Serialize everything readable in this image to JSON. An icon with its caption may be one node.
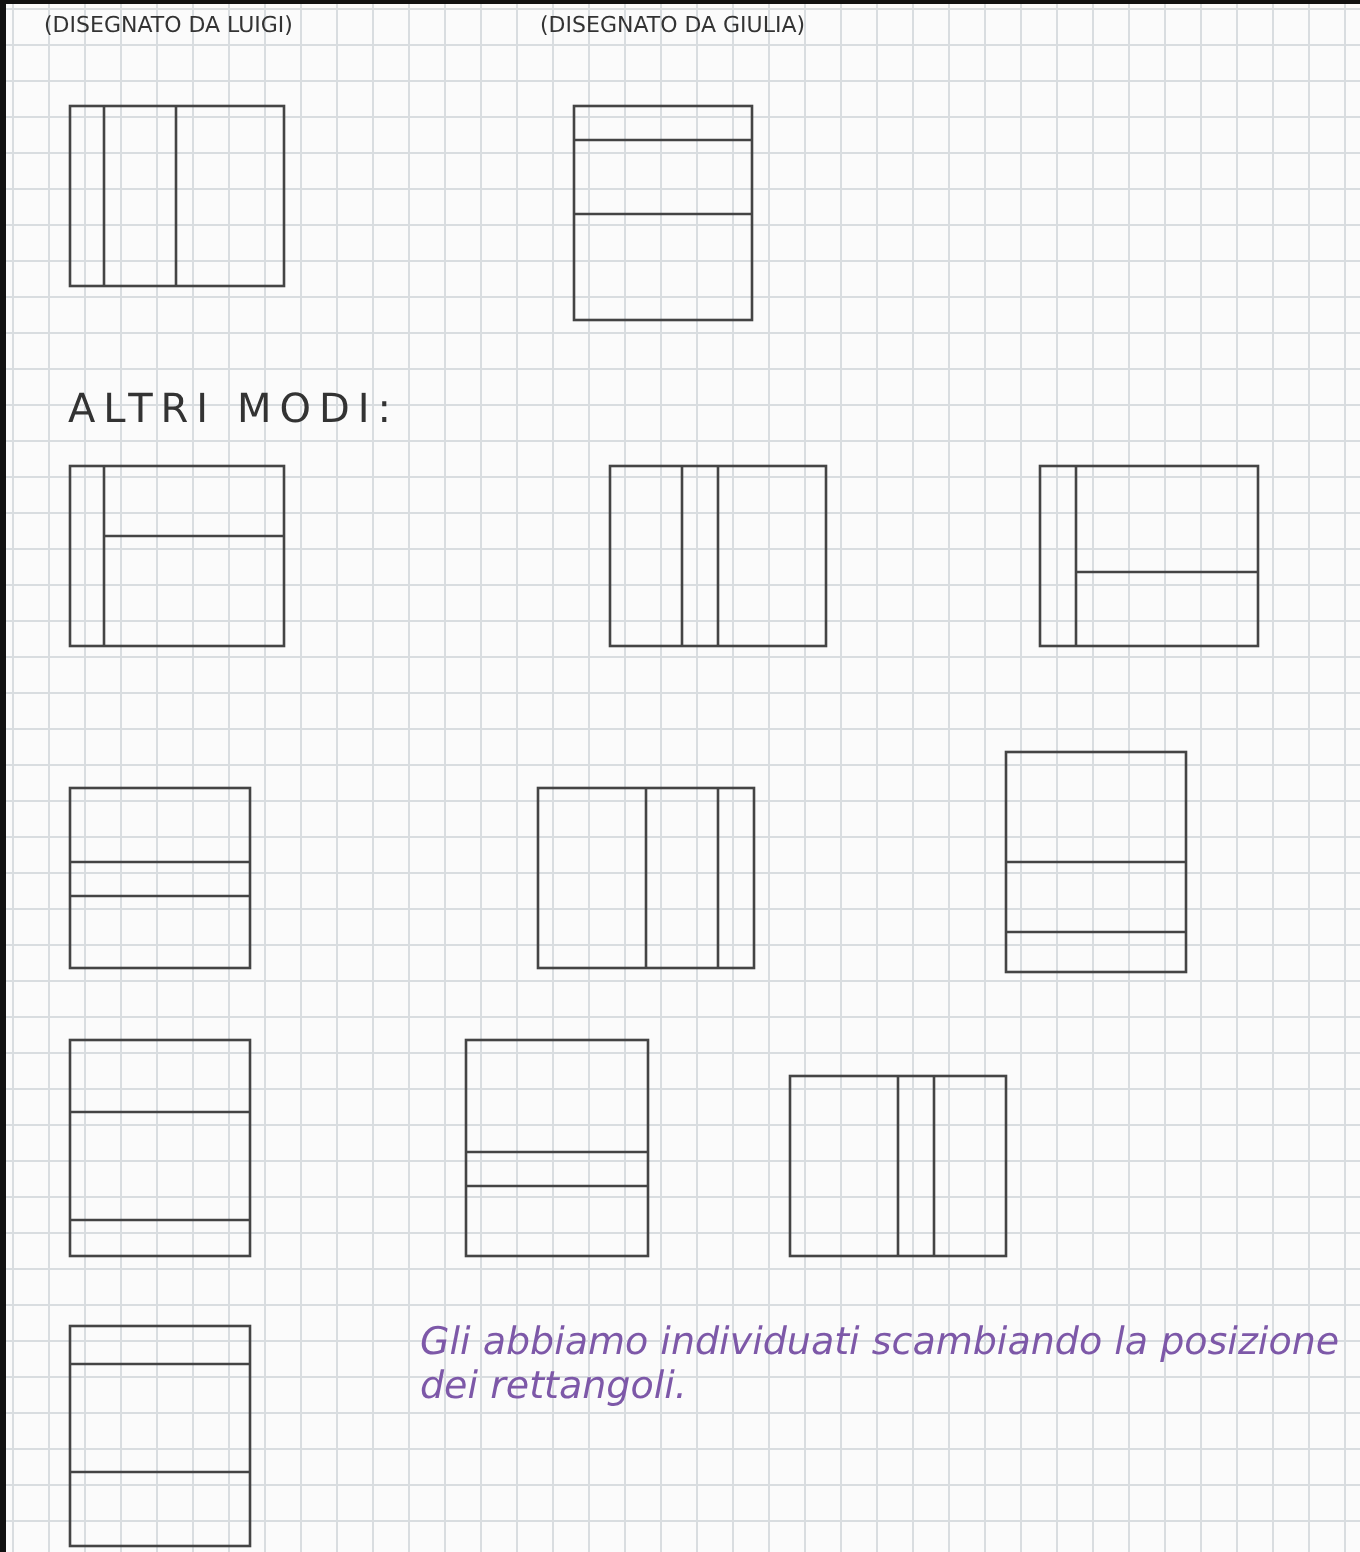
{
  "diagram": {
    "labels": [
      "(DISEGNATO DA LUIGI)",
      "(DISEGNATO DA GIULIA)",
      "ALTRI MODI:",
      "Gli abbiamo individuati scambiando la posizione dei rettangoli."
    ]
  }
}
